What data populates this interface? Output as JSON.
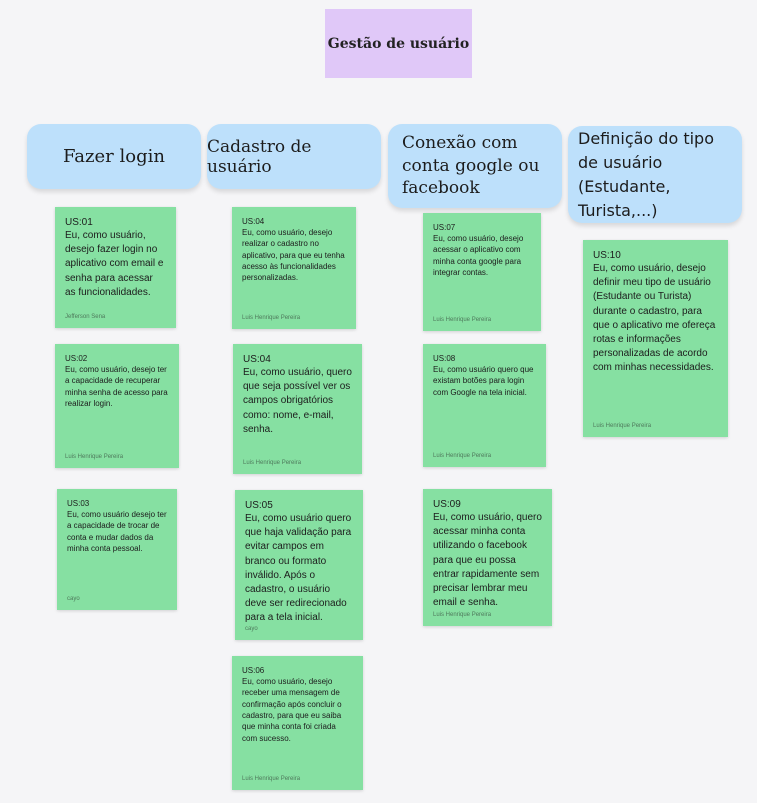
{
  "title": "Gestão de usuário",
  "columns": [
    {
      "header": "Fazer login"
    },
    {
      "header": "Cadastro de usuário"
    },
    {
      "header": "Conexão com conta google ou facebook"
    },
    {
      "header": "Definição do tipo de usuário (Estudante, Turista,...)"
    }
  ],
  "notes": [
    {
      "id": "US:01",
      "text": "Eu, como usuário, desejo fazer login no aplicativo com email e senha para acessar as funcionalidades.",
      "author": "Jefferson Sena"
    },
    {
      "id": "US:02",
      "text": "Eu, como usuário, desejo ter a capacidade de recuperar minha senha de acesso para realizar login.",
      "author": "Luis Henrique Pereira"
    },
    {
      "id": "US:03",
      "text": "Eu, como usuário desejo ter a capacidade de trocar de conta e mudar dados da minha conta pessoal.",
      "author": "cayo"
    },
    {
      "id": "US:04",
      "text": "Eu, como usuário, desejo realizar o cadastro no aplicativo, para que eu tenha acesso às funcionalidades personalizadas.",
      "author": "Luis Henrique Pereira"
    },
    {
      "id": "US:04",
      "text": "Eu, como usuário, quero que seja possível ver os campos obrigatórios como: nome, e-mail, senha.",
      "author": "Luis Henrique Pereira"
    },
    {
      "id": "US:05",
      "text": "Eu, como usuário quero que haja validação para evitar campos em branco ou formato inválido. Após o cadastro, o usuário deve ser redirecionado para a tela inicial.",
      "author": "cayo"
    },
    {
      "id": "US:06",
      "text": "Eu, como usuário, desejo receber uma mensagem de confirmação após concluir o cadastro, para que eu saiba que minha conta foi criada com sucesso.",
      "author": "Luis Henrique Pereira"
    },
    {
      "id": "US:07",
      "text": "Eu, como usuário, desejo acessar o aplicativo com minha conta google para integrar contas.",
      "author": "Luis Henrique Pereira"
    },
    {
      "id": "US:08",
      "text": "Eu, como usuário quero que existam botões para login com Google na tela inicial.",
      "author": "Luis Henrique Pereira"
    },
    {
      "id": "US:09",
      "text": "Eu, como usuário, quero acessar minha conta utilizando o facebook para que eu possa entrar rapidamente sem precisar lembrar meu email e senha.",
      "author": "Luis Henrique Pereira"
    },
    {
      "id": "US:10",
      "text": "Eu, como usuário, desejo definir meu tipo de usuário (Estudante ou Turista) durante o cadastro, para que o aplicativo me ofereça rotas e informações personalizadas de acordo com minhas necessidades.",
      "author": "Luis Henrique Pereira"
    }
  ]
}
